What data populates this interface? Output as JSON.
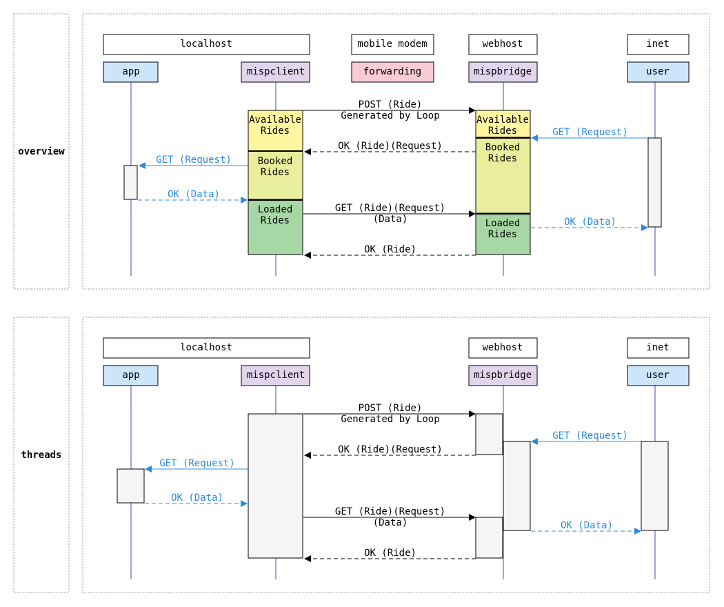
{
  "colors": {
    "app": "#cce5fb",
    "client": "#e1d5ee",
    "forwarding": "#f8cbd6",
    "user": "#cce5fb",
    "available": "#fff6a0",
    "booked": "#e8ee9c",
    "loaded": "#a6d7a5",
    "thread": "#f5f5f5",
    "blue_msg": "#2b8ae0",
    "lifeline": "#4444cc"
  },
  "overview": {
    "label": "overview",
    "groups": {
      "localhost": "localhost",
      "mobile_modem": "mobile modem",
      "webhost": "webhost",
      "inet": "inet"
    },
    "participants": {
      "app": "app",
      "mispclient": "mispclient",
      "forwarding": "forwarding",
      "mispbridge": "mispbridge",
      "user": "user"
    },
    "client_states": {
      "available": [
        "Available",
        "Rides"
      ],
      "booked": [
        "Booked",
        "Rides"
      ],
      "loaded": [
        "Loaded",
        "Rides"
      ]
    },
    "bridge_states": {
      "available": [
        "Available",
        "Rides"
      ],
      "booked": [
        "Booked",
        "Rides"
      ],
      "loaded": [
        "Loaded",
        "Rides"
      ]
    },
    "messages": {
      "post": [
        "POST (Ride)",
        "Generated by Loop"
      ],
      "ok_ride_request": "OK (Ride)(Request)",
      "get_ride_request": [
        "GET (Ride)(Request)",
        "(Data)"
      ],
      "ok_ride": "OK (Ride)",
      "get_request_user": "GET (Request)",
      "ok_data_user": "OK (Data)",
      "get_request_app": "GET (Request)",
      "ok_data_app": "OK (Data)"
    }
  },
  "threads": {
    "label": "threads",
    "groups": {
      "localhost": "localhost",
      "webhost": "webhost",
      "inet": "inet"
    },
    "participants": {
      "app": "app",
      "mispclient": "mispclient",
      "mispbridge": "mispbridge",
      "user": "user"
    },
    "messages": {
      "post": [
        "POST (Ride)",
        "Generated by Loop"
      ],
      "ok_ride_request": "OK (Ride)(Request)",
      "get_ride_request": [
        "GET (Ride)(Request)",
        "(Data)"
      ],
      "ok_ride": "OK (Ride)",
      "get_request_user": "GET (Request)",
      "ok_data_user": "OK (Data)",
      "get_request_app": "GET (Request)",
      "ok_data_app": "OK (Data)"
    }
  }
}
